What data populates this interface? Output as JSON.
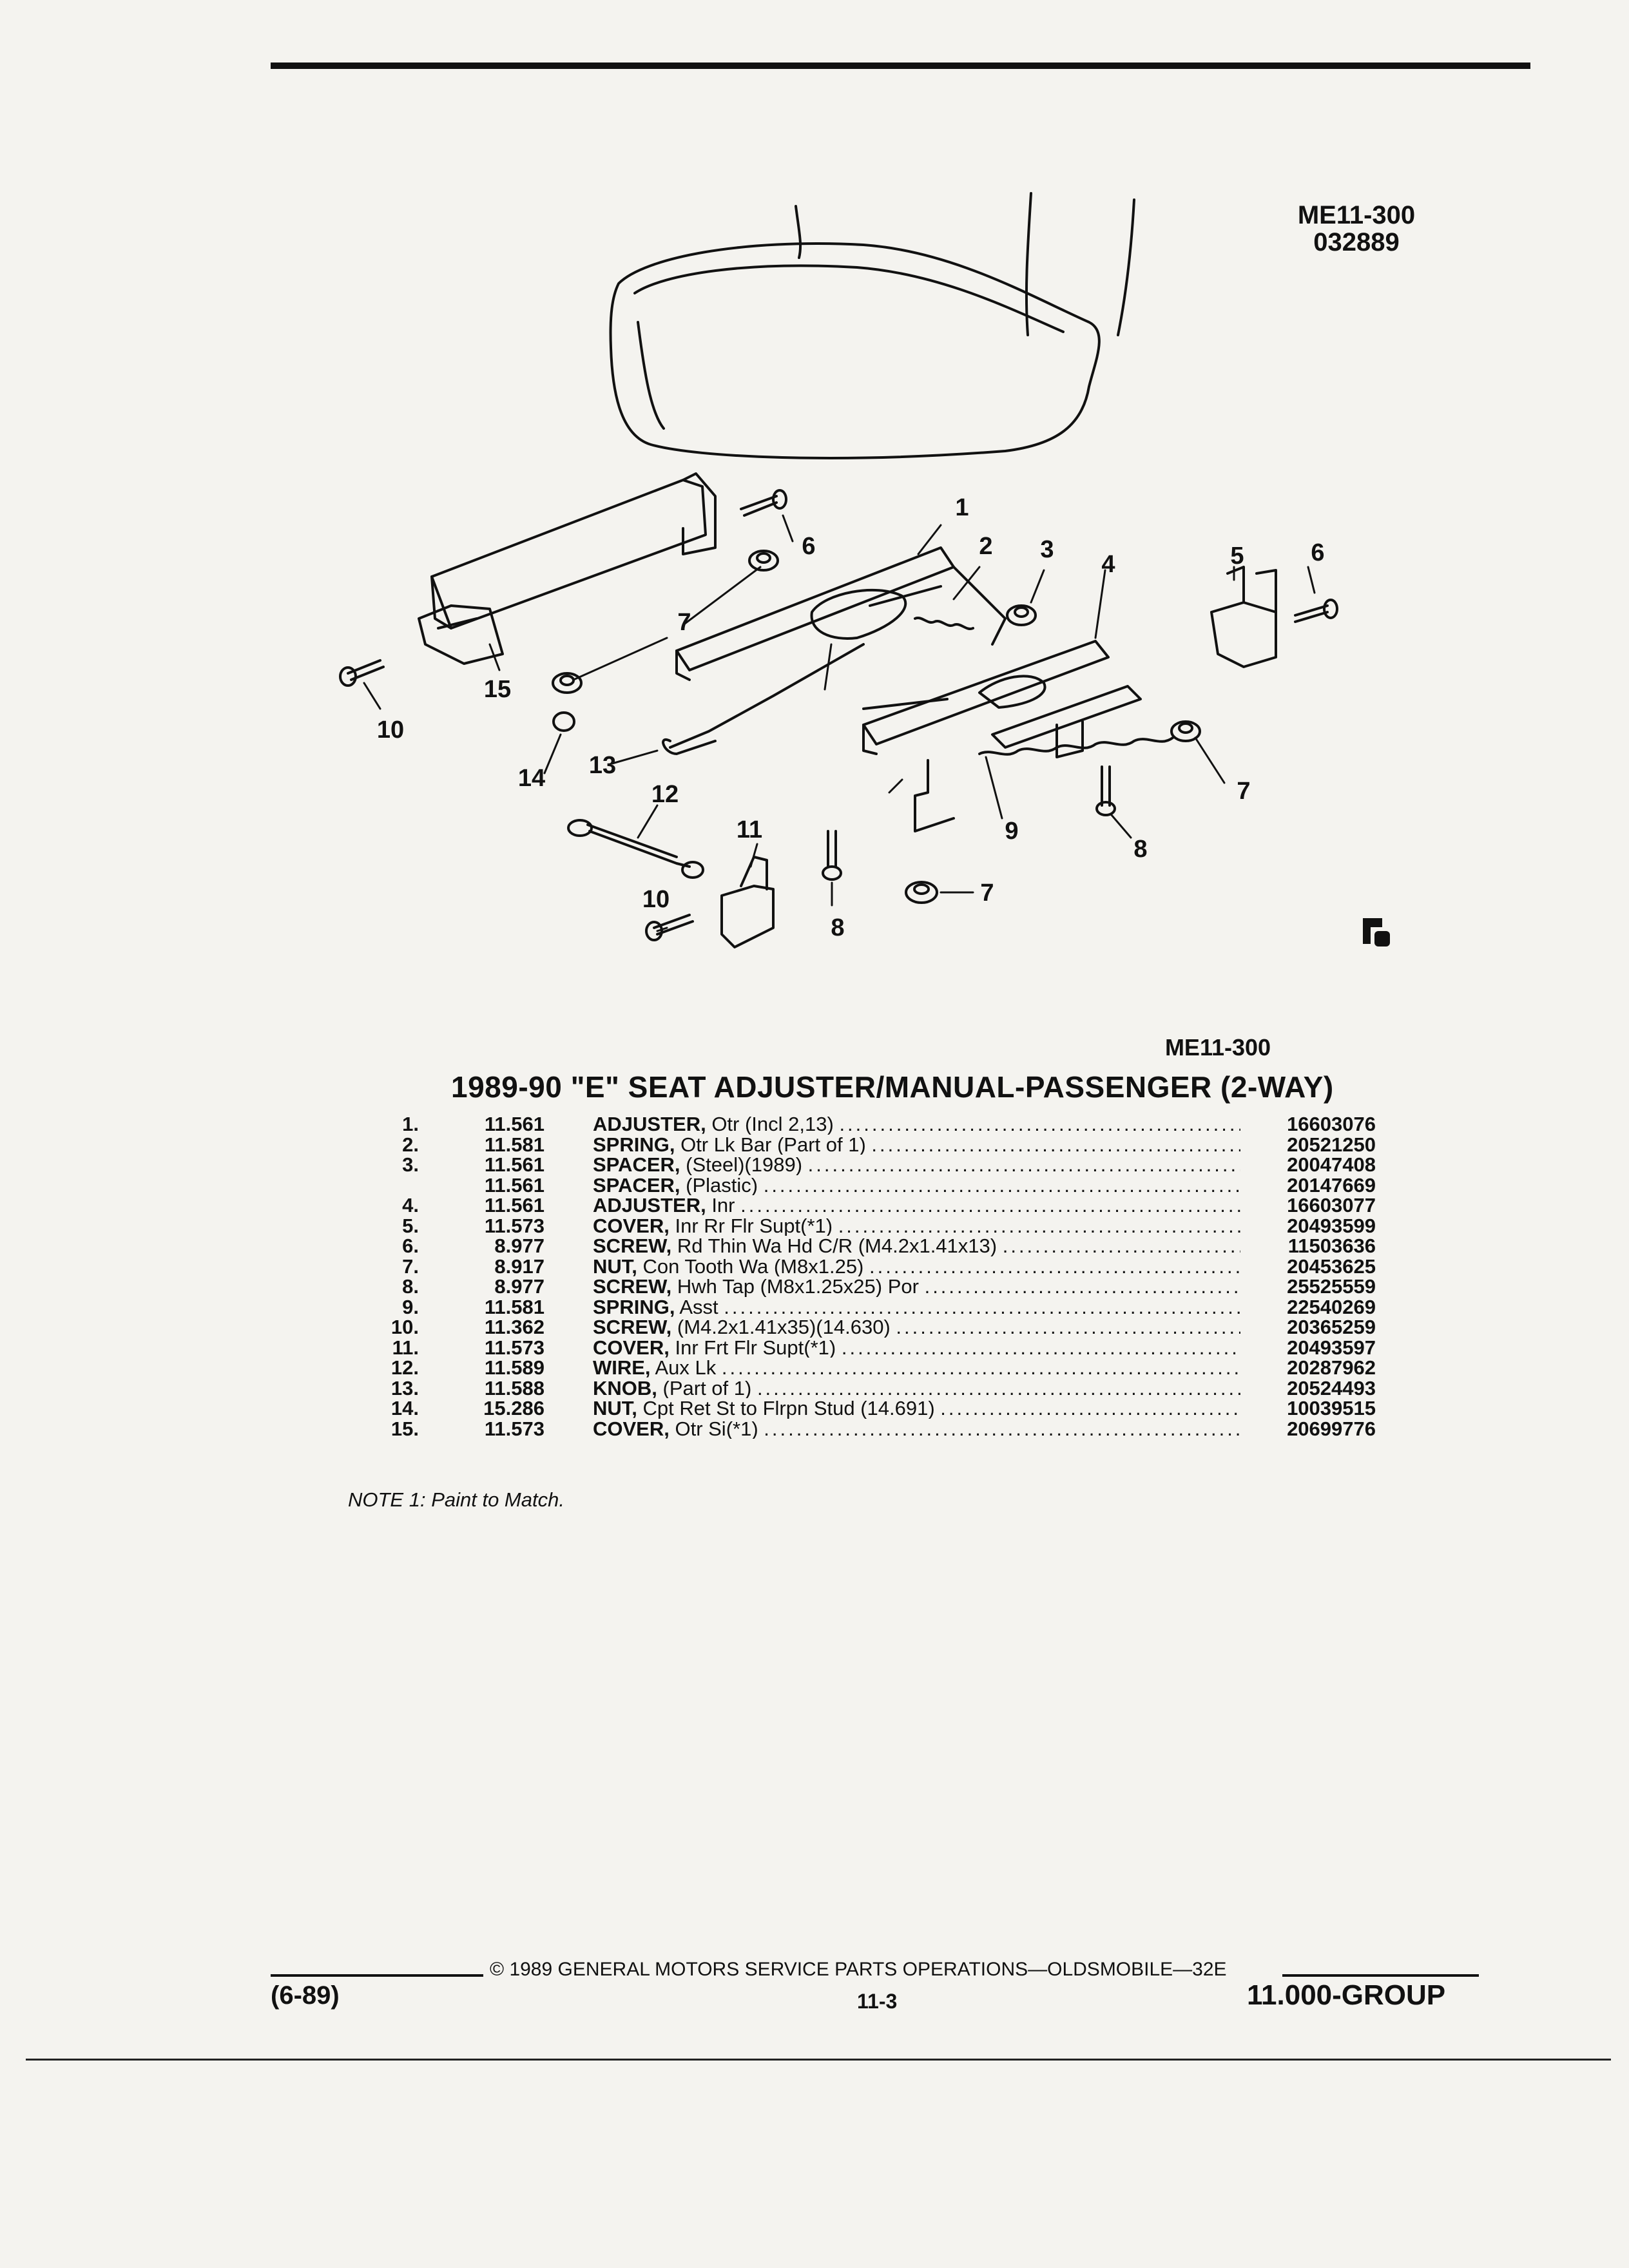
{
  "header": {
    "diagram_code": "ME11-300",
    "diagram_date_code": "032889",
    "caption_code": "ME11-300"
  },
  "callouts": [
    "1",
    "2",
    "3",
    "4",
    "5",
    "6",
    "6",
    "7",
    "7",
    "7",
    "8",
    "8",
    "9",
    "10",
    "10",
    "11",
    "12",
    "13",
    "14",
    "15"
  ],
  "title": "1989-90 \"E\" SEAT ADJUSTER/MANUAL-PASSENGER (2-WAY)",
  "parts": [
    {
      "index": "1.",
      "group": "11.561",
      "name": "ADJUSTER,",
      "detail": " Otr (Incl 2,13) ",
      "part_number": "16603076"
    },
    {
      "index": "2.",
      "group": "11.581",
      "name": "SPRING,",
      "detail": " Otr Lk Bar (Part of 1) ",
      "part_number": "20521250"
    },
    {
      "index": "3.",
      "group": "11.561",
      "name": "SPACER,",
      "detail": " (Steel)(1989) ",
      "part_number": "20047408"
    },
    {
      "index": "",
      "group": "11.561",
      "name": "SPACER,",
      "detail": " (Plastic) ",
      "part_number": "20147669"
    },
    {
      "index": "4.",
      "group": "11.561",
      "name": "ADJUSTER,",
      "detail": " Inr ",
      "part_number": "16603077"
    },
    {
      "index": "5.",
      "group": "11.573",
      "name": "COVER,",
      "detail": " Inr Rr Flr Supt(*1) ",
      "part_number": "20493599"
    },
    {
      "index": "6.",
      "group": "8.977",
      "name": "SCREW,",
      "detail": " Rd Thin Wa Hd C/R (M4.2x1.41x13) ",
      "part_number": "11503636"
    },
    {
      "index": "7.",
      "group": "8.917",
      "name": "NUT,",
      "detail": " Con Tooth Wa (M8x1.25) ",
      "part_number": "20453625"
    },
    {
      "index": "8.",
      "group": "8.977",
      "name": "SCREW,",
      "detail": " Hwh Tap (M8x1.25x25) Por ",
      "part_number": "25525559"
    },
    {
      "index": "9.",
      "group": "11.581",
      "name": "SPRING,",
      "detail": " Asst ",
      "part_number": "22540269"
    },
    {
      "index": "10.",
      "group": "11.362",
      "name": "SCREW,",
      "detail": " (M4.2x1.41x35)(14.630) ",
      "part_number": "20365259"
    },
    {
      "index": "11.",
      "group": "11.573",
      "name": "COVER,",
      "detail": " Inr Frt Flr Supt(*1) ",
      "part_number": "20493597"
    },
    {
      "index": "12.",
      "group": "11.589",
      "name": "WIRE,",
      "detail": " Aux Lk ",
      "part_number": "20287962"
    },
    {
      "index": "13.",
      "group": "11.588",
      "name": "KNOB,",
      "detail": " (Part of 1) ",
      "part_number": "20524493"
    },
    {
      "index": "14.",
      "group": "15.286",
      "name": "NUT,",
      "detail": " Cpt Ret St to Flrpn Stud (14.691) ",
      "part_number": "10039515"
    },
    {
      "index": "15.",
      "group": "11.573",
      "name": "COVER,",
      "detail": " Otr Si(*1) ",
      "part_number": "20699776"
    }
  ],
  "dot_leader": "..............................................................................................................................................",
  "note": "NOTE 1: Paint to Match.",
  "footer": {
    "copyright": "© 1989 GENERAL MOTORS SERVICE PARTS OPERATIONS—OLDSMOBILE—32E",
    "date": "(6-89)",
    "page": "11-3",
    "group": "11.000-GROUP"
  }
}
